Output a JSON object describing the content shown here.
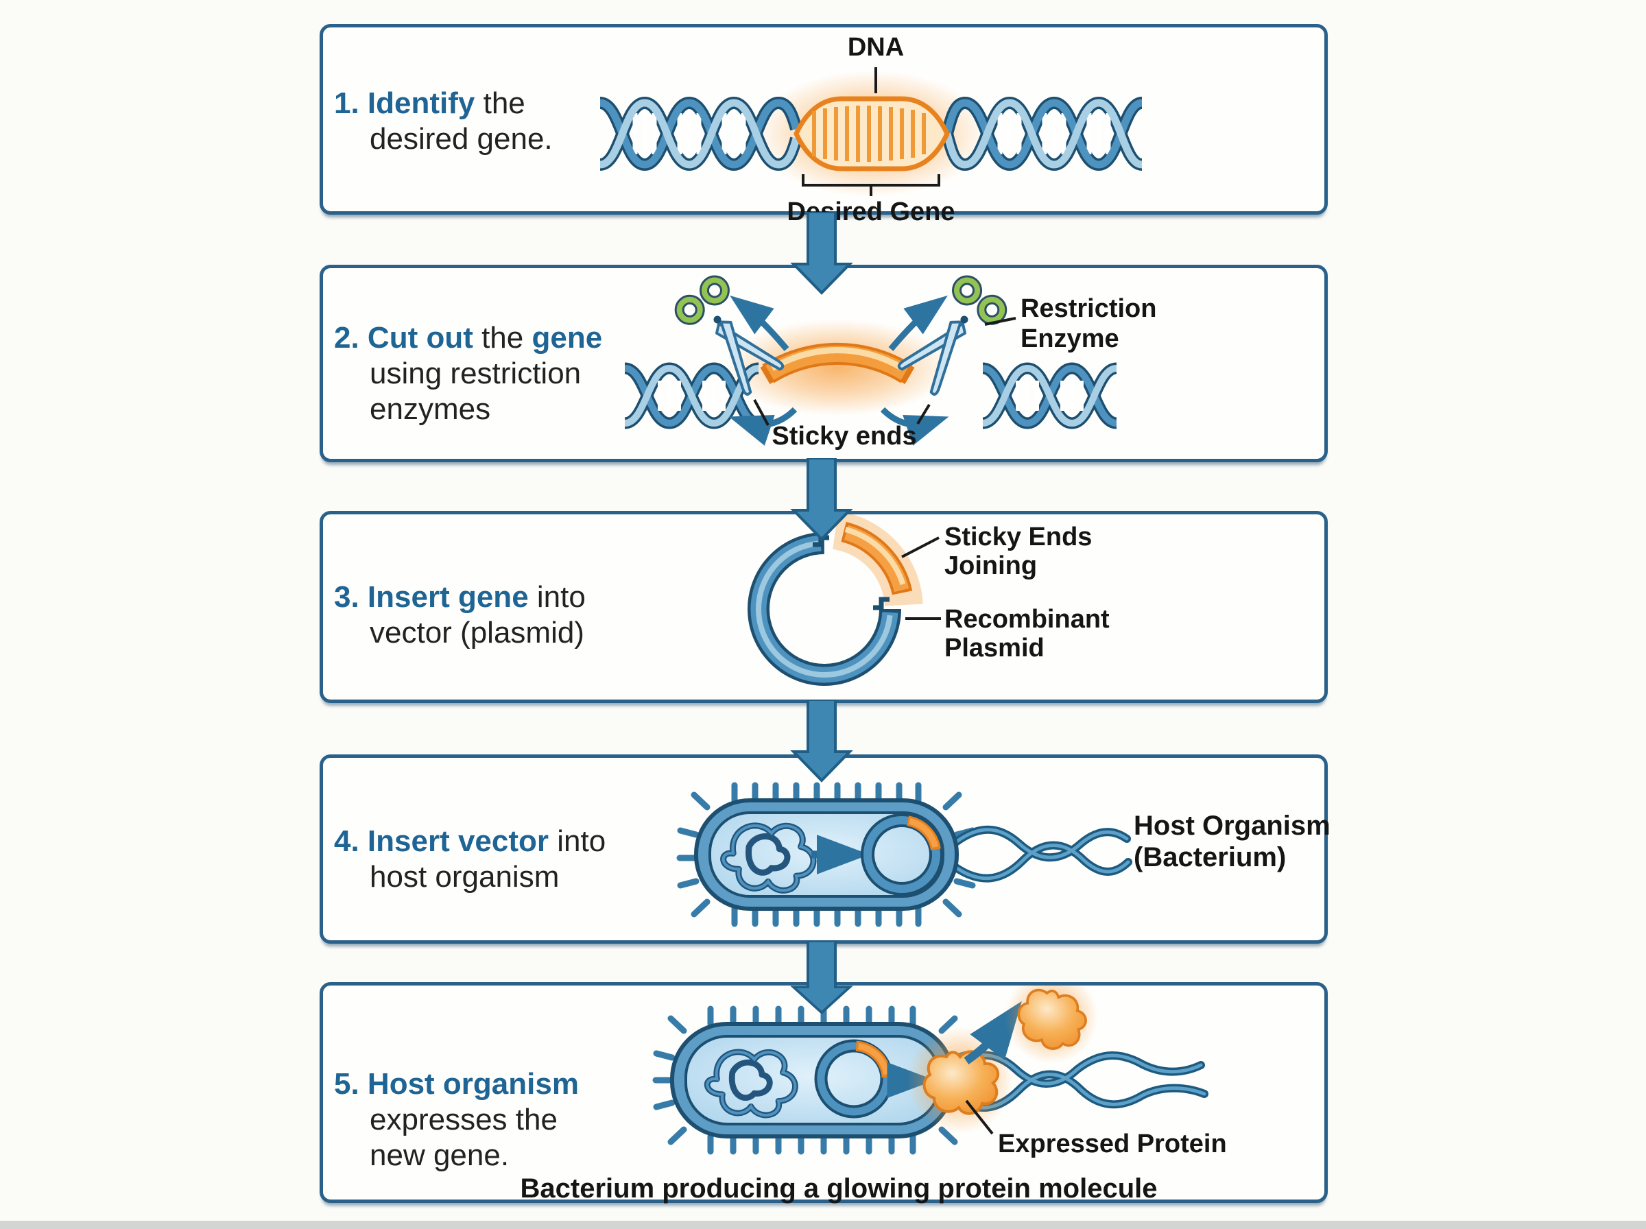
{
  "diagram": {
    "background": "#fbfbf8",
    "colors": {
      "accent_blue": "#1e6494",
      "text_dark": "#222222",
      "box_border": "#2a618a",
      "flow_arrow": "#3e87b3",
      "dna_blue": "#4e93bf",
      "dna_light_blue": "#a9cfe4",
      "outline_blue": "#1d4f70",
      "orange": "#f39d3c",
      "orange_dark": "#e07818",
      "scissors_green": "#93c353"
    },
    "steps": [
      {
        "lines": [
          [
            {
              "t": "1. Identify",
              "b": 1
            },
            {
              "t": " the",
              "b": 0
            }
          ],
          [
            {
              "t": "desired gene.",
              "b": 0
            }
          ]
        ],
        "labels": {
          "dna": "DNA",
          "gene": "Desired Gene"
        }
      },
      {
        "lines": [
          [
            {
              "t": "2. Cut out",
              "b": 1
            },
            {
              "t": " the ",
              "b": 0
            },
            {
              "t": "gene",
              "b": 1
            }
          ],
          [
            {
              "t": "using restriction",
              "b": 0
            }
          ],
          [
            {
              "t": "enzymes",
              "b": 0
            }
          ]
        ],
        "labels": {
          "enzyme_l1": "Restriction",
          "enzyme_l2": "Enzyme",
          "sticky": "Sticky ends"
        }
      },
      {
        "lines": [
          [
            {
              "t": "3. Insert gene",
              "b": 1
            },
            {
              "t": " into",
              "b": 0
            }
          ],
          [
            {
              "t": "vector (plasmid)",
              "b": 0
            }
          ]
        ],
        "labels": {
          "se_l1": "Sticky Ends",
          "se_l2": "Joining",
          "rp_l1": "Recombinant",
          "rp_l2": "Plasmid"
        }
      },
      {
        "lines": [
          [
            {
              "t": "4. Insert vector",
              "b": 1
            },
            {
              "t": " into",
              "b": 0
            }
          ],
          [
            {
              "t": "host organism",
              "b": 0
            }
          ]
        ],
        "labels": {
          "host_l1": "Host Organism",
          "host_l2": "(Bacterium)"
        }
      },
      {
        "lines": [
          [
            {
              "t": "5. Host organism",
              "b": 1
            }
          ],
          [
            {
              "t": "expresses the",
              "b": 0
            }
          ],
          [
            {
              "t": "new gene.",
              "b": 0
            }
          ]
        ],
        "labels": {
          "protein": "Expressed Protein",
          "caption": "Bacterium producing a glowing protein molecule"
        }
      }
    ]
  }
}
